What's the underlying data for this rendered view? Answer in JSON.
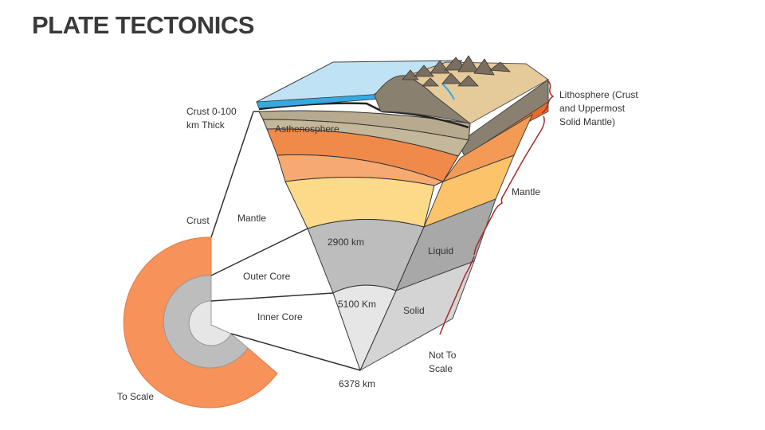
{
  "title": "PLATE TECTONICS",
  "labels": {
    "crust_thickness": [
      "Crust 0-100",
      "km Thick"
    ],
    "asthenosphere": "Asthenosphere",
    "lithosphere": [
      "Lithosphere (Crust",
      "and Uppermost",
      "Solid Mantle)"
    ],
    "mantle_right": "Mantle",
    "crust_left": "Crust",
    "mantle_left": "Mantle",
    "outer_core_left": "Outer Core",
    "inner_core_left": "Inner Core",
    "depth_2900": "2900 km",
    "liquid": "Liquid",
    "depth_5100": "5100 Km",
    "solid": "Solid",
    "not_to_scale": [
      "Not To",
      "Scale"
    ],
    "depth_6378": "6378 km",
    "to_scale": "To Scale"
  },
  "colors": {
    "ocean": "#bfe3f4",
    "ocean_deep": "#36a9e1",
    "crust_tan": "#b7aa8e",
    "asthenosphere": "#f08a4b",
    "mantle_upper": "#f6aa72",
    "mantle_lower": "#fdd98a",
    "outer_core": "#bdbdbd",
    "inner_core": "#e6e6e6",
    "to_scale_mantle": "#f7925a",
    "bracket": "#a52a2a"
  }
}
